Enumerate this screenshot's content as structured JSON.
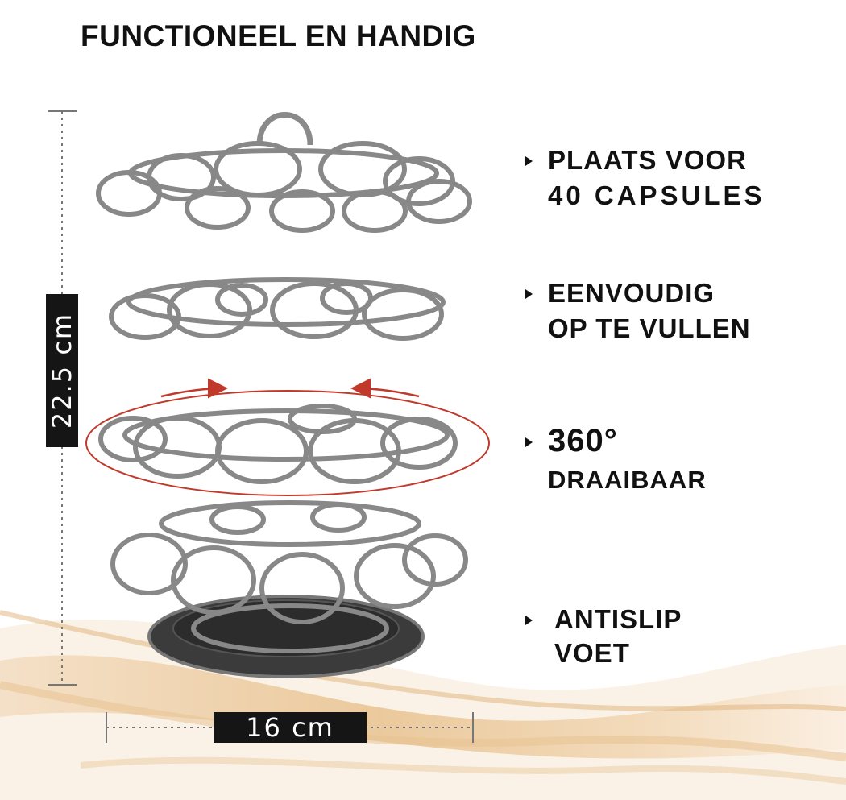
{
  "title": "FUNCTIONEEL EN HANDIG",
  "features": [
    {
      "line1": "PLAATS VOOR",
      "line2": "40 CAPSULES",
      "icon": "triangle-bullet-icon"
    },
    {
      "line1": "EENVOUDIG",
      "line2": "OP TE VULLEN",
      "icon": "triangle-bullet-icon"
    },
    {
      "line1": "360°",
      "line2": "DRAAIBAAR",
      "icon": "triangle-bullet-icon"
    },
    {
      "line1": "ANTISLIP",
      "line2": "VOET",
      "icon": "triangle-bullet-icon"
    }
  ],
  "dimensions": {
    "height": "22.5 cm",
    "width": "16 cm"
  },
  "colors": {
    "text": "#111111",
    "badge": "#151515",
    "rotation_arrow": "#c0392b",
    "wave": "#d9a96a",
    "chrome": "#9a9a9a"
  }
}
